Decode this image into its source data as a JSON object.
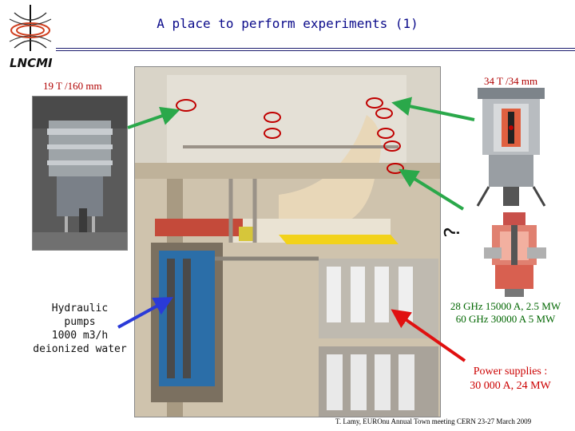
{
  "header": {
    "title": "A place to perform experiments (1)",
    "logo_text": "LNCMI"
  },
  "labels": {
    "left_magnet": "19 T /160 mm",
    "right_magnet": "34 T /34 mm",
    "question": "?",
    "gyrotron_line1": "28 GHz 15000 A, 2.5 MW",
    "gyrotron_line2": "60 GHz 30000 A 5 MW",
    "power_line1": "Power supplies :",
    "power_line2": "30 000 A, 24 MW",
    "hydraulic_line1": "Hydraulic",
    "hydraulic_line2": "pumps",
    "hydraulic_line3": "1000 m3/h",
    "hydraulic_line4": "deionized water"
  },
  "footer": {
    "citation": "T. Lamy, EUROnu Annual Town meeting CERN 23-27 March 2009"
  },
  "colors": {
    "title": "#0a0a8a",
    "green_arrow": "#2aa84a",
    "red_arrow": "#e01010",
    "blue_arrow": "#2a3ad8"
  }
}
